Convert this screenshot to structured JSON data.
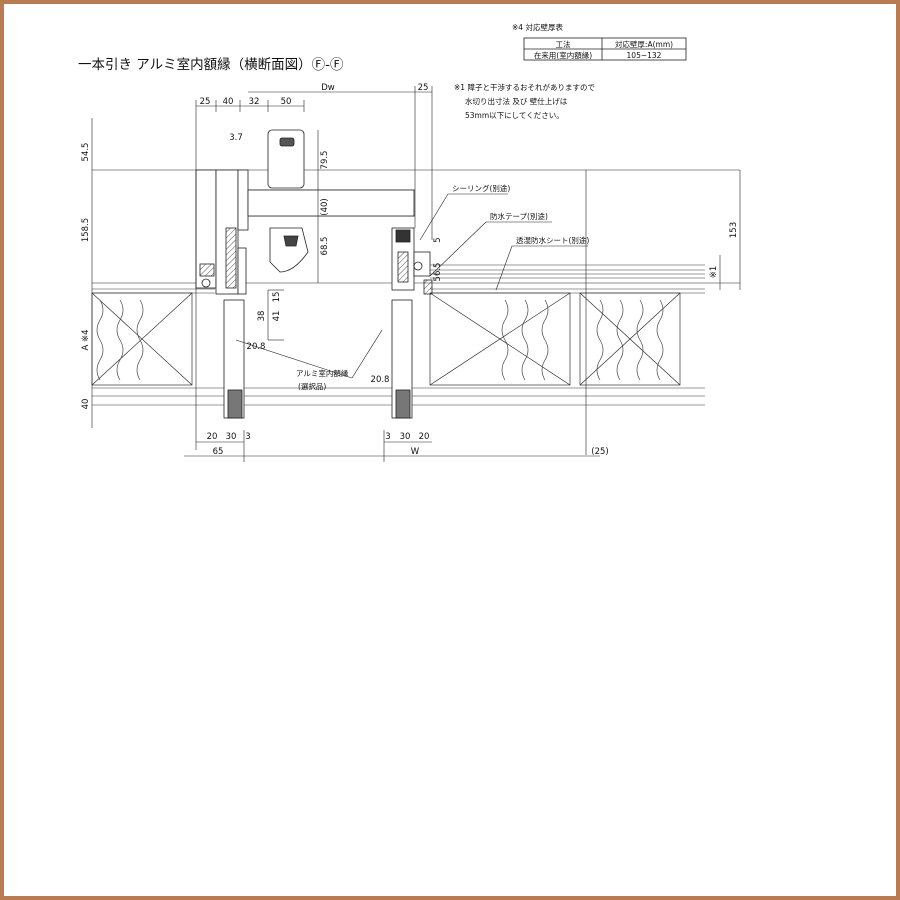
{
  "title": "一本引き アルミ室内額縁（横断面図）Ⓕ-Ⓕ",
  "table": {
    "caption": "※4 対応壁厚表",
    "headers": [
      "工法",
      "対応壁厚:A(mm)"
    ],
    "rows": [
      [
        "在来用(室内額縁)",
        "105~132"
      ]
    ]
  },
  "note1": {
    "line1": "※1 障子と干渉するおそれがありますので",
    "line2": "水切り出寸法 及び 壁仕上げは",
    "line3": "53mm以下にしてください。"
  },
  "callouts": {
    "sealing": "シーリング(別途)",
    "waterproof_tape": "防水テープ(別途)",
    "breathable_sheet": "透湿防水シート(別途)",
    "casing_line1": "アルミ室内額縁",
    "casing_line2": "(選択品)"
  },
  "dims": {
    "top_25": "25",
    "top_40": "40",
    "top_32": "32",
    "top_50": "50",
    "dw": "Dw",
    "top_right_25": "25",
    "d_3_7": "3.7",
    "v_54_5": "54.5",
    "v_158_5": "158.5",
    "v_a4": "A ※4",
    "v_40": "40",
    "v_79_5": "79.5",
    "v_40p": "(40)",
    "v_68_5": "68.5",
    "v_15": "15",
    "v_38": "38",
    "v_41": "41",
    "d_20_8_left": "20.8",
    "d_20_8_right": "20.8",
    "v_5": "5",
    "v_56_5": "56.5",
    "v_153": "153",
    "v_x1": "※1",
    "b_20_l": "20",
    "b_30_l": "30",
    "b_3_l": "3",
    "b_3_r": "3",
    "b_30_r": "30",
    "b_20_r": "20",
    "b_65": "65",
    "b_w": "W",
    "b_25p": "(25)"
  }
}
